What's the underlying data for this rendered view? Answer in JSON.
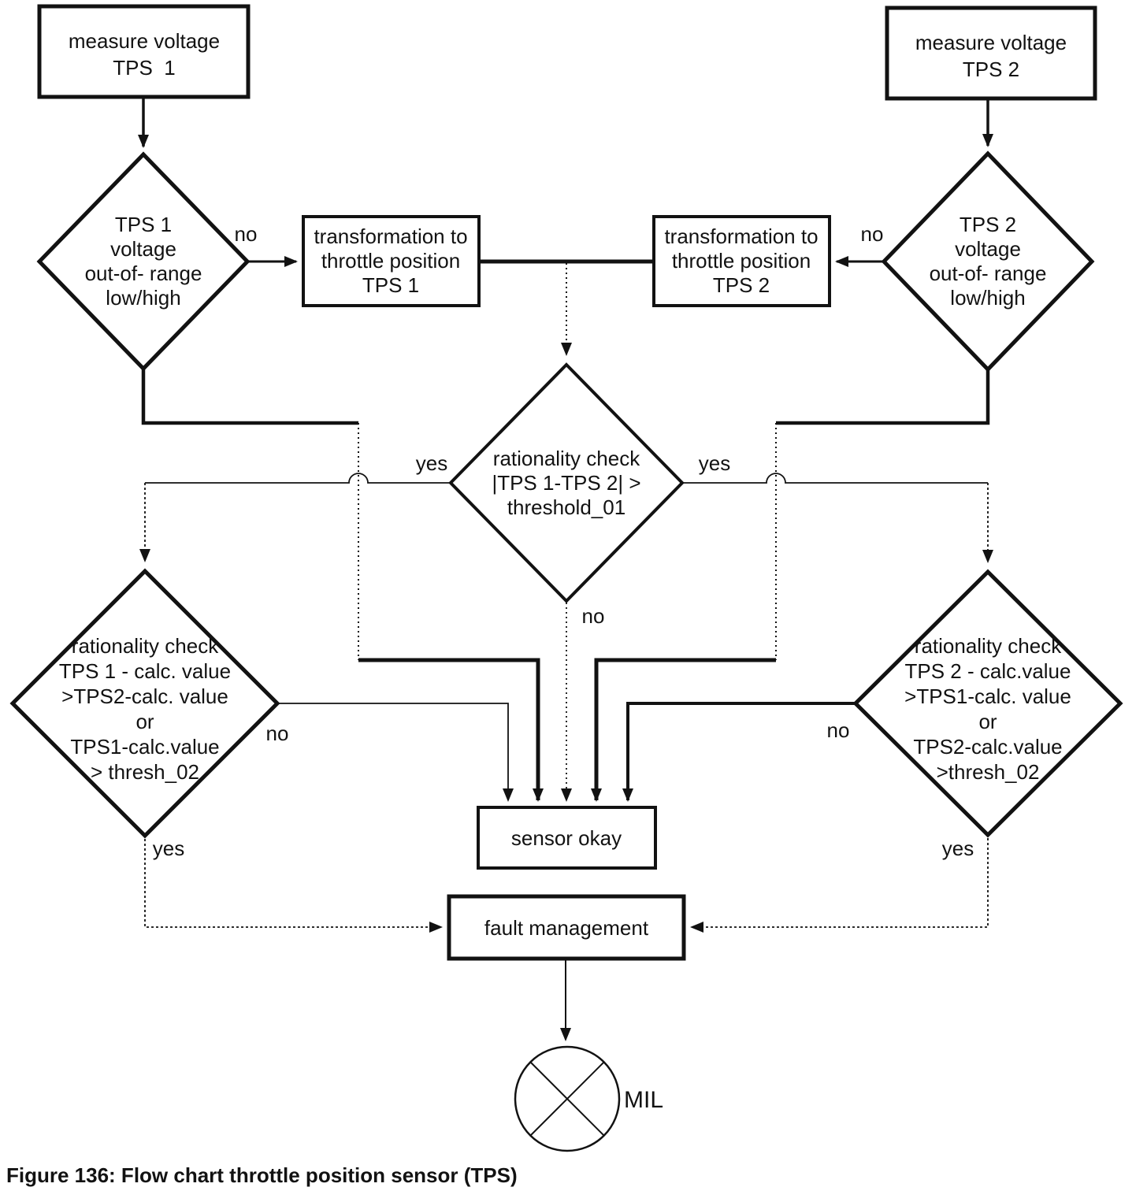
{
  "caption": "Figure 136: Flow chart throttle position sensor (TPS)",
  "colors": {
    "ink": "#121212",
    "background": "#ffffff"
  },
  "nodes": {
    "measure_tps1": {
      "lines": [
        "measure voltage",
        "TPS  1"
      ]
    },
    "measure_tps2": {
      "lines": [
        "measure voltage",
        "TPS 2"
      ]
    },
    "tps1_out_of_range": {
      "lines": [
        "TPS 1",
        "voltage",
        "out-of- range",
        "low/high"
      ]
    },
    "tps2_out_of_range": {
      "lines": [
        "TPS 2",
        "voltage",
        "out-of- range",
        "low/high"
      ]
    },
    "transformation_tps1": {
      "lines": [
        "transformation to",
        "throttle position",
        "TPS 1"
      ]
    },
    "transformation_tps2": {
      "lines": [
        "transformation to",
        "throttle position",
        "TPS 2"
      ]
    },
    "rationality_mid": {
      "lines": [
        "rationality check",
        "|TPS 1-TPS 2| >",
        "threshold_01"
      ]
    },
    "rationality_left": {
      "lines": [
        "rationality check",
        "TPS 1 - calc. value",
        ">TPS2-calc. value",
        "or",
        "TPS1-calc.value",
        "> thresh_02"
      ]
    },
    "rationality_right": {
      "lines": [
        "rationality check",
        "TPS 2 - calc.value",
        ">TPS1-calc. value",
        "or",
        "TPS2-calc.value",
        ">thresh_02"
      ]
    },
    "sensor_okay": {
      "label": "sensor okay"
    },
    "fault_management": {
      "label": "fault management"
    },
    "mil": {
      "label": "MIL"
    }
  },
  "edge_labels": {
    "tps1_no": "no",
    "tps2_no": "no",
    "mid_yes_left": "yes",
    "mid_yes_right": "yes",
    "mid_no": "no",
    "left_no": "no",
    "left_yes": "yes",
    "right_no": "no",
    "right_yes": "yes"
  }
}
